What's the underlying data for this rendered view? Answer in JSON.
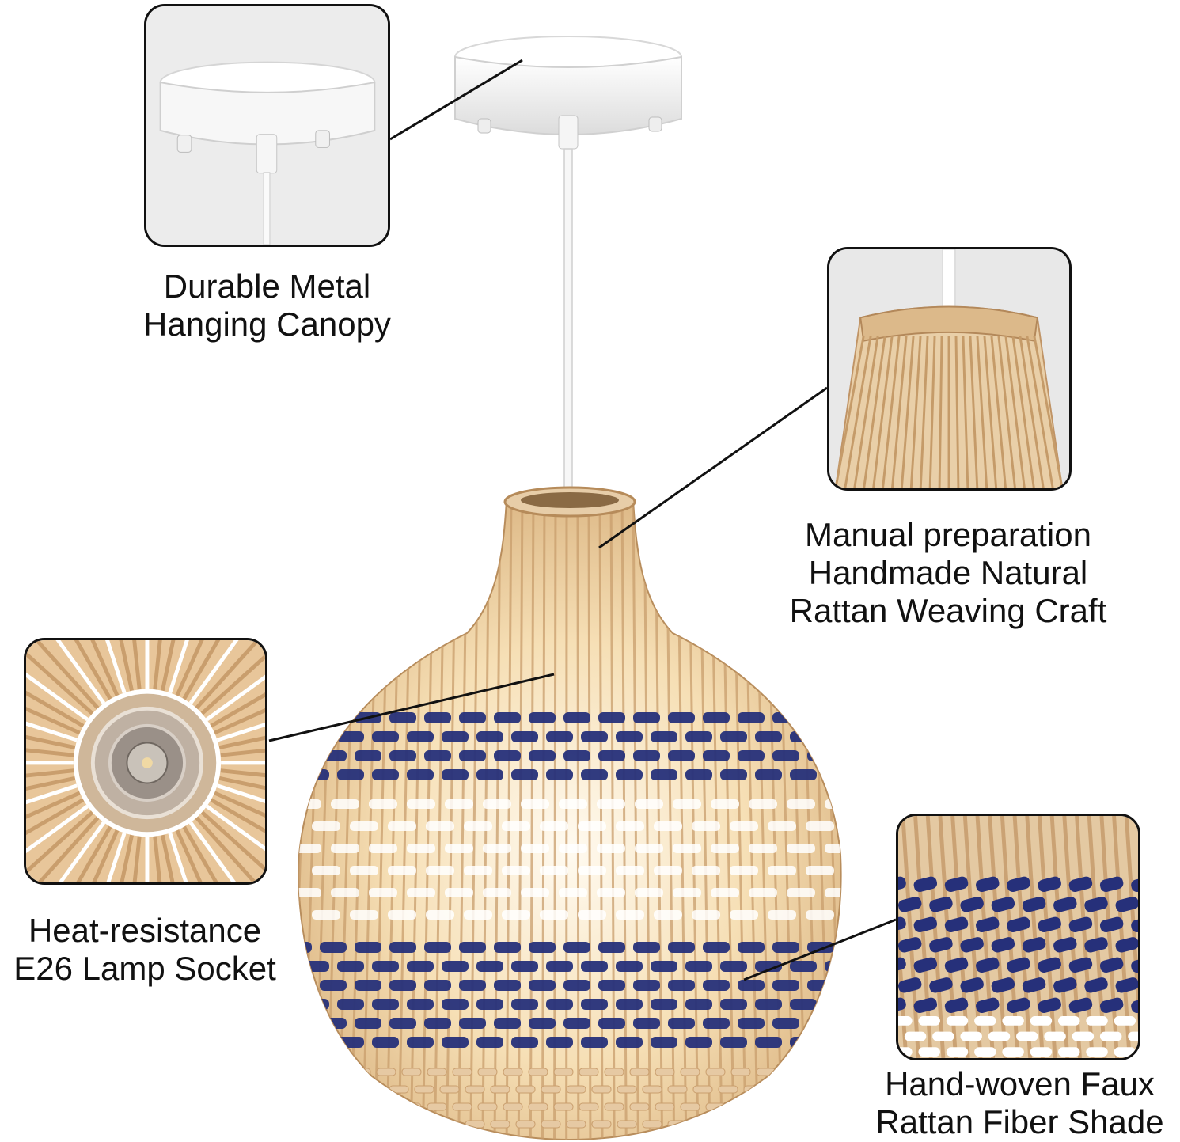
{
  "callouts": {
    "canopy": {
      "line1": "Durable Metal",
      "line2": "Hanging Canopy"
    },
    "weaving": {
      "line1": "Manual preparation",
      "line2": "Handmade Natural",
      "line3": "Rattan Weaving Craft"
    },
    "socket": {
      "line1": "Heat-resistance",
      "line2": "E26 Lamp Socket"
    },
    "shade": {
      "line1": "Hand-woven Faux",
      "line2": "Rattan Fiber Shade"
    }
  },
  "colors": {
    "rattan": "#e6c9a3",
    "rattan_dark": "#c99e6d",
    "navy": "#26307a",
    "glow": "#fff3d8",
    "canopy_white": "#f4f4f4",
    "frame": "#111111"
  }
}
